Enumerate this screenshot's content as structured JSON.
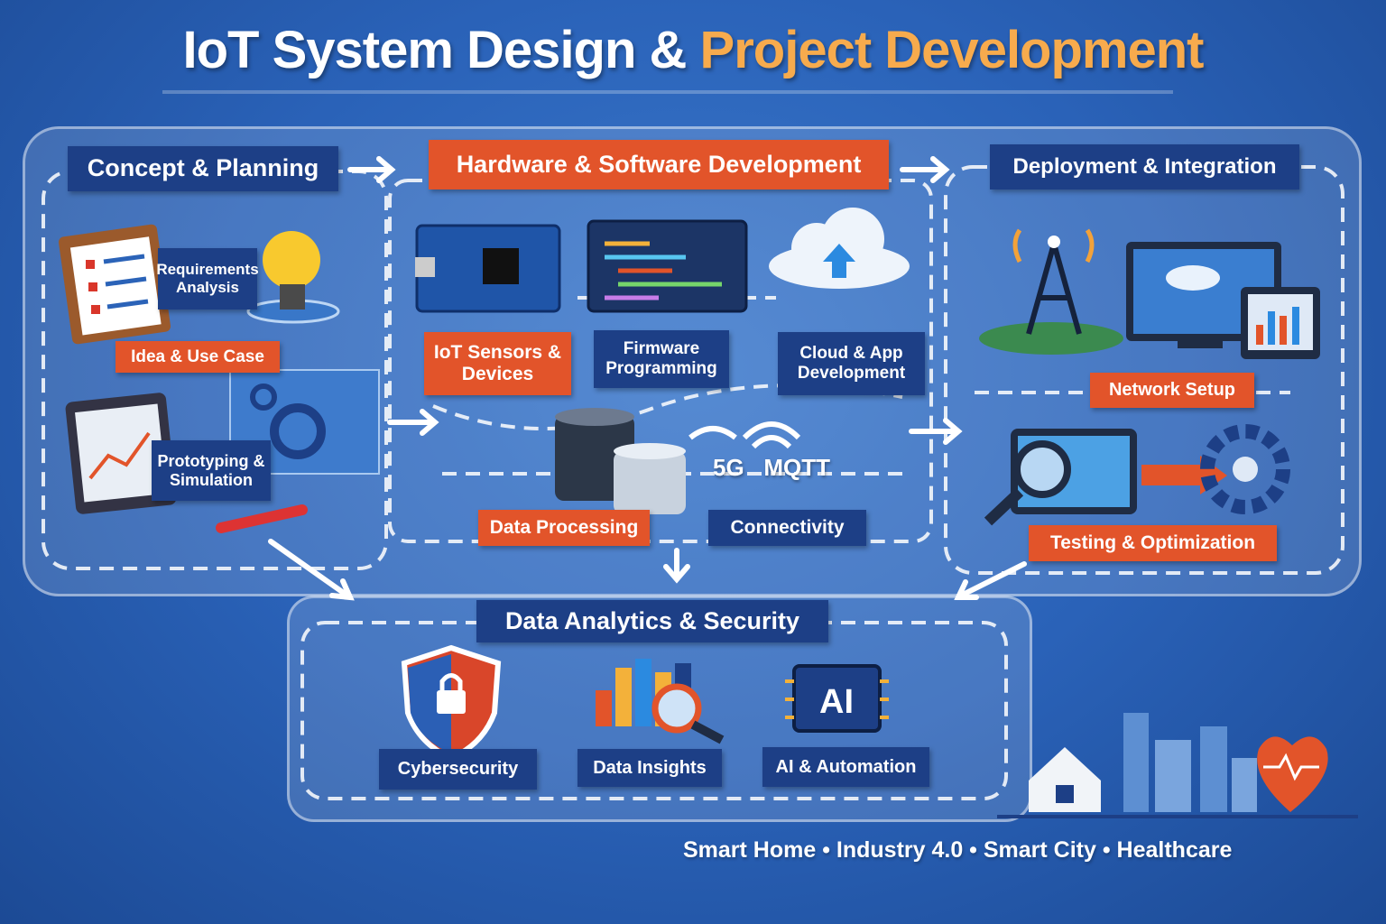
{
  "title": {
    "part1": "IoT System Design &",
    "part2": "Project Development"
  },
  "colors": {
    "background": "#2a62b8",
    "navy_label": "#1d3f86",
    "orange_label": "#e2542a",
    "title_accent": "#f7ab4d"
  },
  "stages": {
    "concept": {
      "label": "Concept & Planning",
      "items": [
        "Requirements Analysis",
        "Idea & Use Case",
        "Prototyping & Simulation"
      ],
      "icons": [
        "clipboard-checklist-icon",
        "lightbulb-icon",
        "gears-blueprint-icon",
        "chart-tablet-icon",
        "pencil-icon"
      ]
    },
    "development": {
      "label": "Hardware & Software Development",
      "items": [
        "IoT Sensors & Devices",
        "Firmware Programming",
        "Cloud & App Development",
        "Data Processing",
        "Connectivity"
      ],
      "protocols": [
        "5G",
        "MQTT"
      ],
      "icons": [
        "circuit-board-icon",
        "code-editor-icon",
        "cloud-upload-icon",
        "database-icon",
        "wifi-icon"
      ]
    },
    "deployment": {
      "label": "Deployment & Integration",
      "items": [
        "Network Setup",
        "Testing & Optimization"
      ],
      "icons": [
        "cell-tower-icon",
        "monitor-cloud-icon",
        "tablet-chart-icon",
        "magnifier-screen-icon",
        "gear-icon"
      ]
    },
    "analytics": {
      "label": "Data Analytics & Security",
      "items": [
        "Cybersecurity",
        "Data Insights",
        "AI & Automation"
      ],
      "icons": [
        "shield-lock-icon",
        "bar-chart-magnifier-icon",
        "ai-chip-icon"
      ]
    }
  },
  "footer": "Smart Home • Industry 4.0 • Smart City • Healthcare"
}
